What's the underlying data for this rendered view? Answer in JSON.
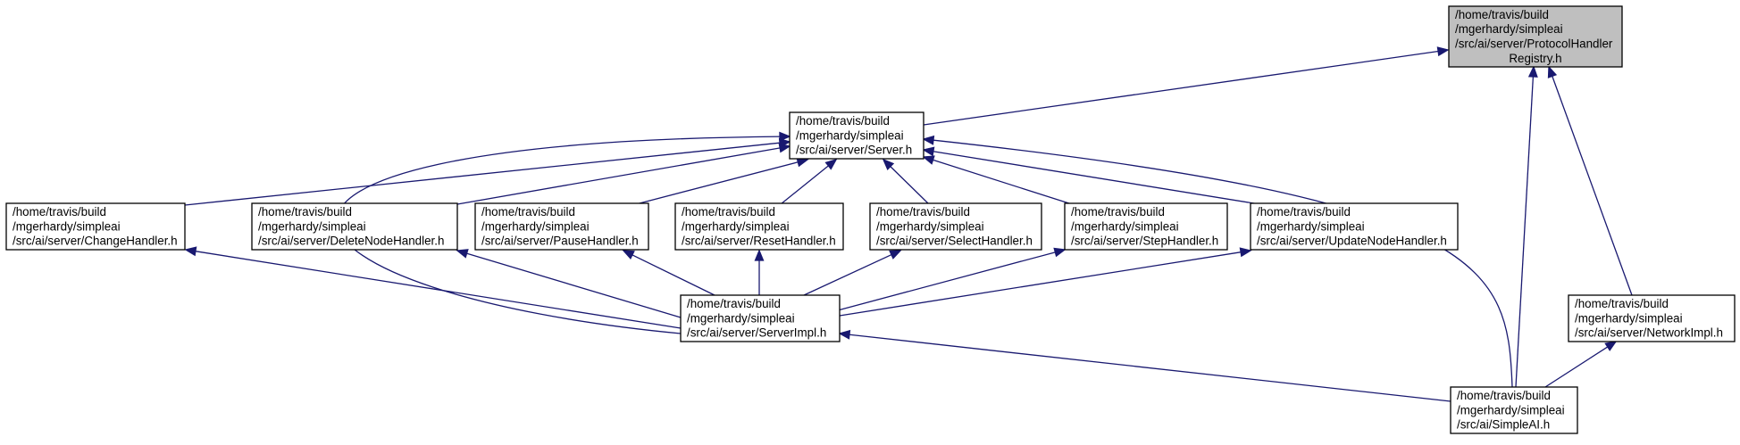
{
  "graph": {
    "edge_color": "#191970",
    "highlight_fill": "#bfbfbf",
    "nodes": [
      {
        "id": "registry",
        "lines": [
          "/home/travis/build",
          "/mgerhardy/simpleai",
          "/src/ai/server/ProtocolHandler",
          "Registry.h"
        ],
        "highlight": true
      },
      {
        "id": "server",
        "lines": [
          "/home/travis/build",
          "/mgerhardy/simpleai",
          "/src/ai/server/Server.h"
        ]
      },
      {
        "id": "change",
        "lines": [
          "/home/travis/build",
          "/mgerhardy/simpleai",
          "/src/ai/server/ChangeHandler.h"
        ]
      },
      {
        "id": "deletenode",
        "lines": [
          "/home/travis/build",
          "/mgerhardy/simpleai",
          "/src/ai/server/DeleteNodeHandler.h"
        ]
      },
      {
        "id": "pause",
        "lines": [
          "/home/travis/build",
          "/mgerhardy/simpleai",
          "/src/ai/server/PauseHandler.h"
        ]
      },
      {
        "id": "reset",
        "lines": [
          "/home/travis/build",
          "/mgerhardy/simpleai",
          "/src/ai/server/ResetHandler.h"
        ]
      },
      {
        "id": "select",
        "lines": [
          "/home/travis/build",
          "/mgerhardy/simpleai",
          "/src/ai/server/SelectHandler.h"
        ]
      },
      {
        "id": "step",
        "lines": [
          "/home/travis/build",
          "/mgerhardy/simpleai",
          "/src/ai/server/StepHandler.h"
        ]
      },
      {
        "id": "updatenode",
        "lines": [
          "/home/travis/build",
          "/mgerhardy/simpleai",
          "/src/ai/server/UpdateNodeHandler.h"
        ]
      },
      {
        "id": "serverimpl",
        "lines": [
          "/home/travis/build",
          "/mgerhardy/simpleai",
          "/src/ai/server/ServerImpl.h"
        ]
      },
      {
        "id": "networkimpl",
        "lines": [
          "/home/travis/build",
          "/mgerhardy/simpleai",
          "/src/ai/server/NetworkImpl.h"
        ]
      },
      {
        "id": "simpleai",
        "lines": [
          "/home/travis/build",
          "/mgerhardy/simpleai",
          "/src/ai/SimpleAI.h"
        ]
      }
    ],
    "edges": [
      {
        "from": "server",
        "to": "registry"
      },
      {
        "from": "networkimpl",
        "to": "registry"
      },
      {
        "from": "simpleai",
        "to": "registry"
      },
      {
        "from": "change",
        "to": "server"
      },
      {
        "from": "deletenode",
        "to": "server"
      },
      {
        "from": "pause",
        "to": "server"
      },
      {
        "from": "reset",
        "to": "server"
      },
      {
        "from": "select",
        "to": "server"
      },
      {
        "from": "step",
        "to": "server"
      },
      {
        "from": "updatenode",
        "to": "server"
      },
      {
        "from": "serverimpl",
        "to": "server"
      },
      {
        "from": "simpleai",
        "to": "server"
      },
      {
        "from": "change",
        "to": "serverimpl"
      },
      {
        "from": "deletenode",
        "to": "serverimpl"
      },
      {
        "from": "pause",
        "to": "serverimpl"
      },
      {
        "from": "reset",
        "to": "serverimpl"
      },
      {
        "from": "select",
        "to": "serverimpl"
      },
      {
        "from": "step",
        "to": "serverimpl"
      },
      {
        "from": "updatenode",
        "to": "serverimpl"
      },
      {
        "from": "simpleai",
        "to": "serverimpl"
      },
      {
        "from": "simpleai",
        "to": "networkimpl"
      }
    ]
  }
}
